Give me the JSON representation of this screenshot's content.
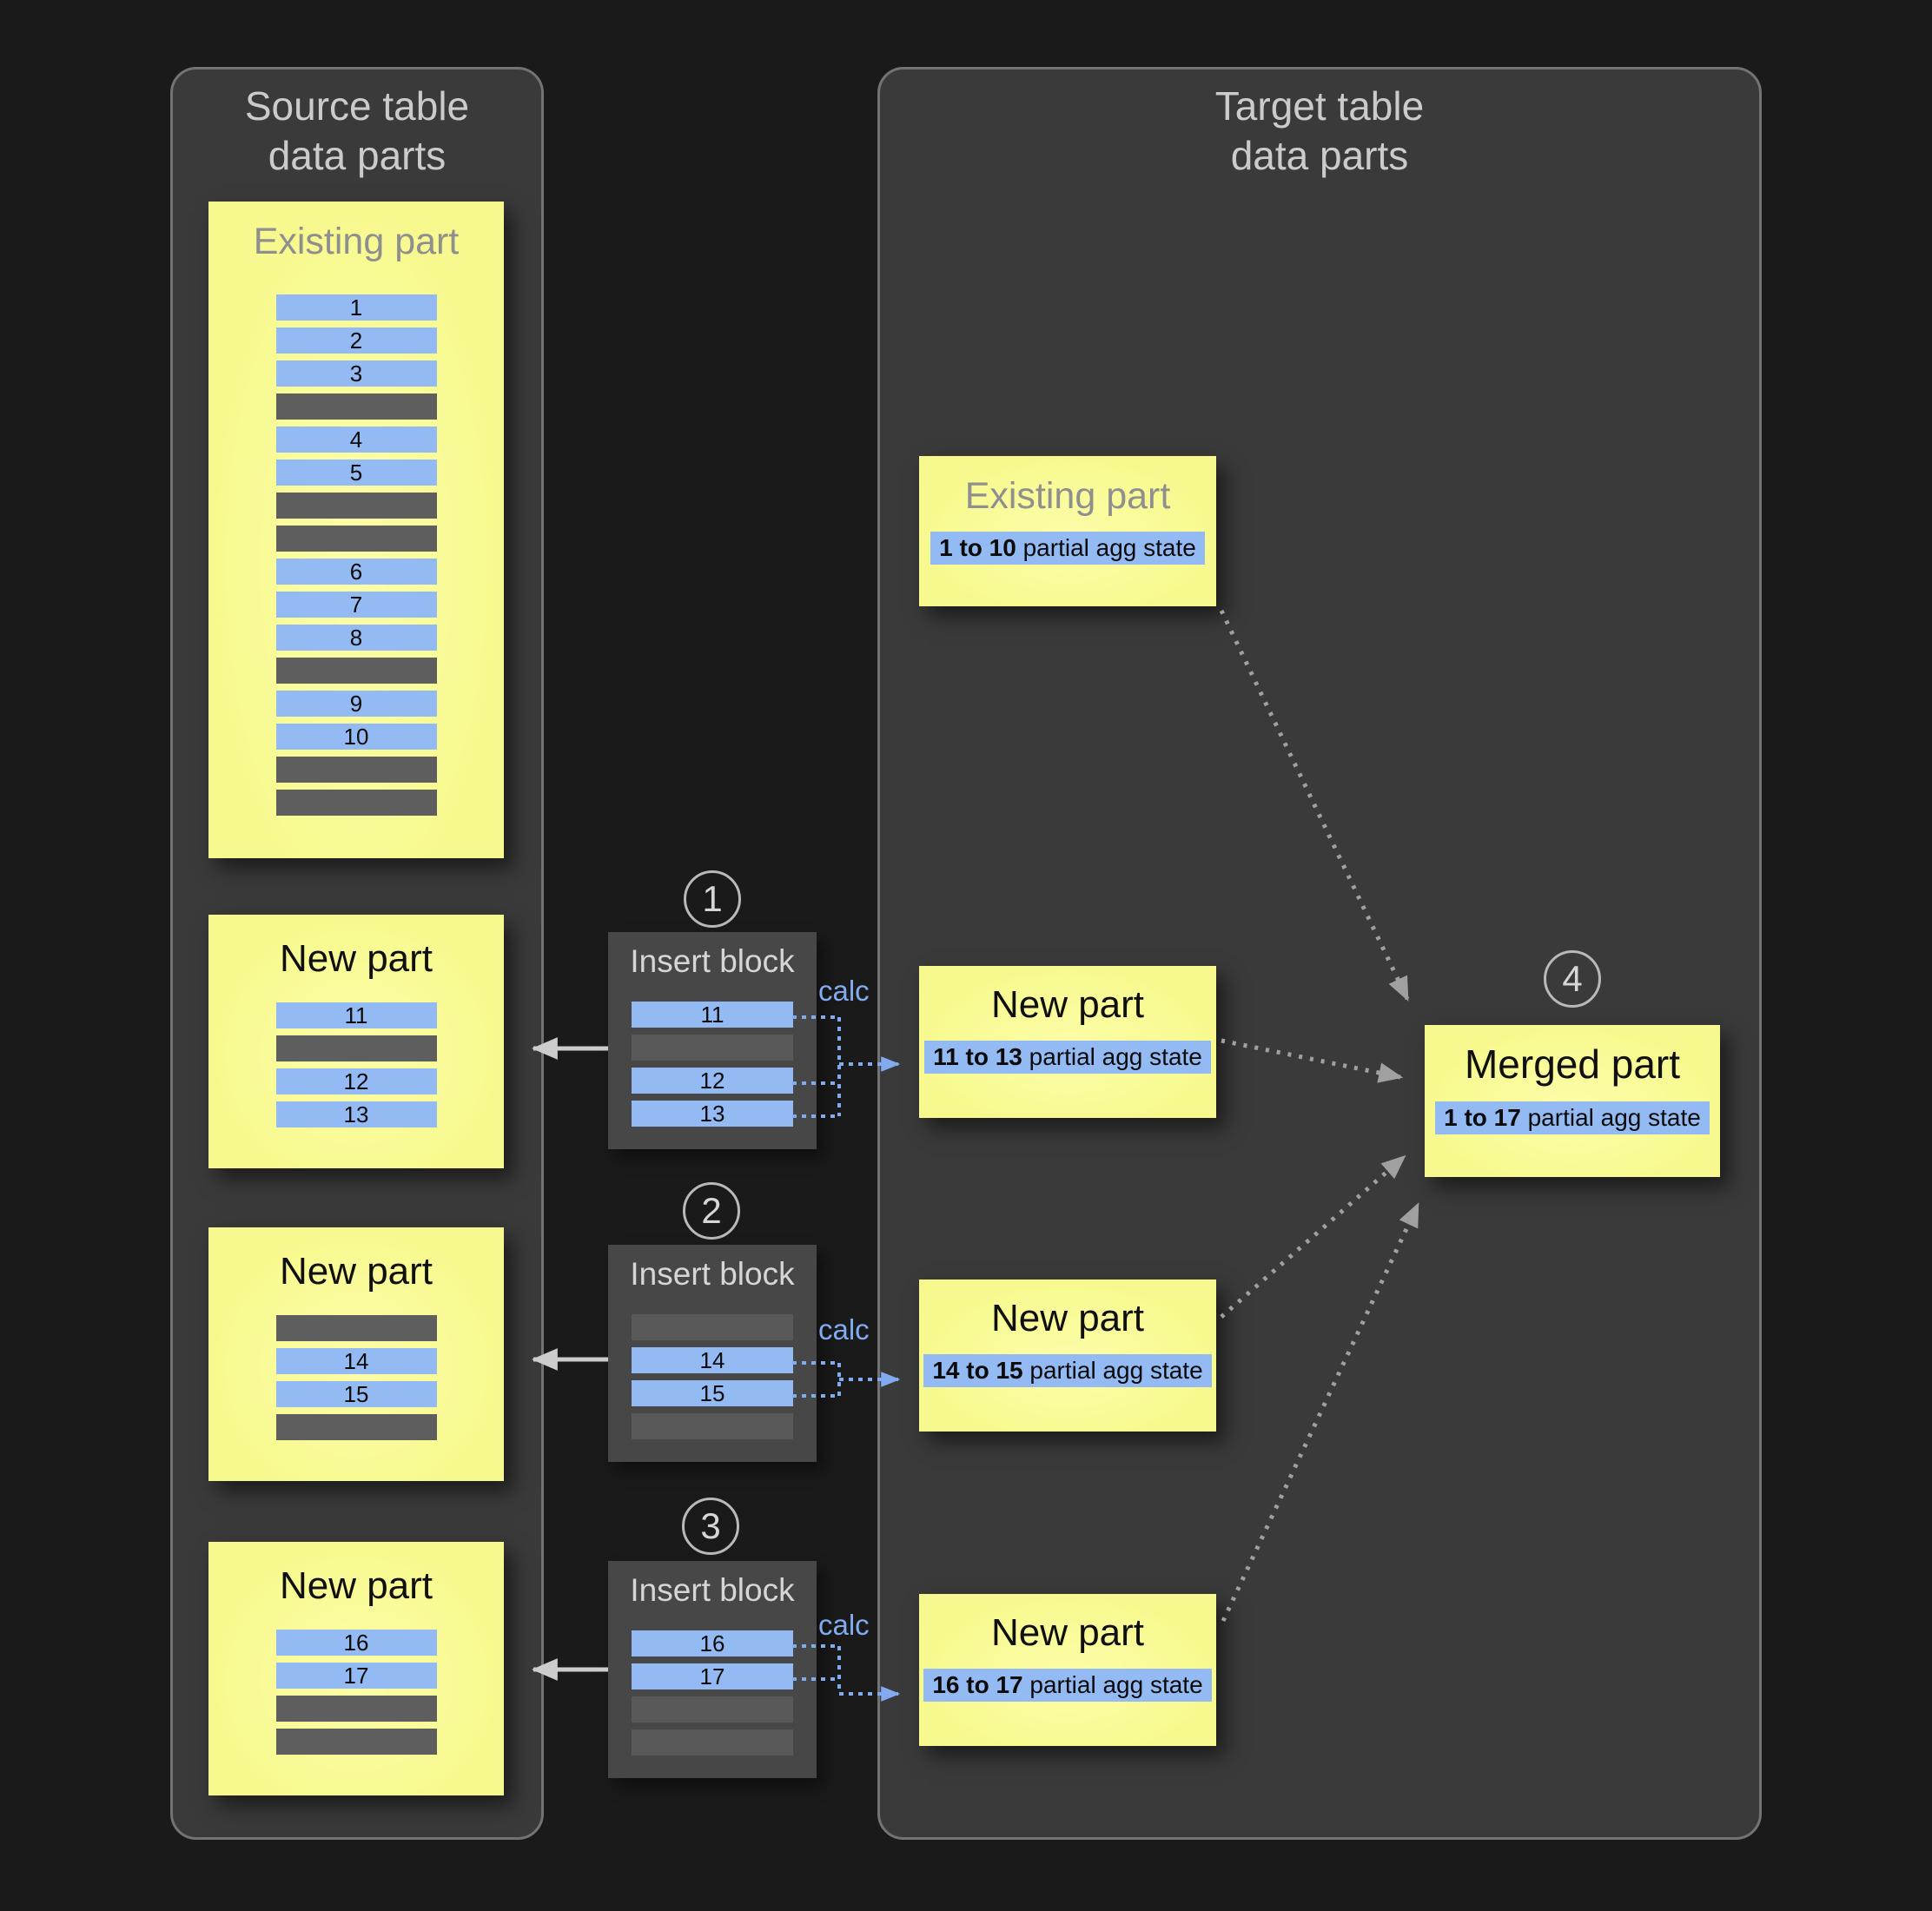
{
  "source_panel": {
    "title_line1": "Source table",
    "title_line2": "data parts",
    "existing_part": {
      "title": "Existing part",
      "rows": [
        "1",
        "2",
        "3",
        "",
        "4",
        "5",
        "",
        "",
        "6",
        "7",
        "8",
        "",
        "9",
        "10",
        "",
        ""
      ]
    },
    "new_parts": [
      {
        "title": "New part",
        "rows": [
          "11",
          "",
          "12",
          "13"
        ]
      },
      {
        "title": "New part",
        "rows": [
          "",
          "14",
          "15",
          ""
        ]
      },
      {
        "title": "New part",
        "rows": [
          "16",
          "17",
          "",
          ""
        ]
      }
    ]
  },
  "insert_steps": [
    {
      "step_number": "1",
      "title": "Insert block",
      "calc_label": "calc",
      "rows": [
        "11",
        "",
        "12",
        "13"
      ]
    },
    {
      "step_number": "2",
      "title": "Insert block",
      "calc_label": "calc",
      "rows": [
        "",
        "14",
        "15",
        ""
      ]
    },
    {
      "step_number": "3",
      "title": "Insert block",
      "calc_label": "calc",
      "rows": [
        "16",
        "17",
        "",
        ""
      ]
    }
  ],
  "target_panel": {
    "title_line1": "Target table",
    "title_line2": "data parts",
    "existing_part": {
      "title": "Existing part",
      "state_range": "1 to 10",
      "state_label": "partial agg state"
    },
    "new_parts": [
      {
        "title": "New part",
        "state_range": "11 to 13",
        "state_label": "partial agg state"
      },
      {
        "title": "New part",
        "state_range": "14 to 15",
        "state_label": "partial agg state"
      },
      {
        "title": "New part",
        "state_range": "16 to 17",
        "state_label": "partial agg state"
      }
    ],
    "merged_part": {
      "step_number": "4",
      "title": "Merged part",
      "state_range": "1 to 17",
      "state_label": "partial agg state"
    }
  },
  "colors": {
    "yellow_part": "#f7f98e",
    "blue_row": "#93baf3",
    "gray_row": "#5e5e5e",
    "calc_blue": "#82abef",
    "arrow_gray": "#a0a0a0",
    "panel_bg": "#3a3a3a"
  }
}
